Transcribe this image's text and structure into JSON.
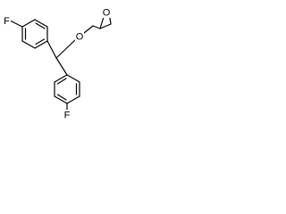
{
  "structure": {
    "atom_labels": {
      "fluorine_top": "F",
      "fluorine_bottom": "F",
      "ether_oxygen": "O",
      "epoxide_oxygen": "O"
    }
  }
}
